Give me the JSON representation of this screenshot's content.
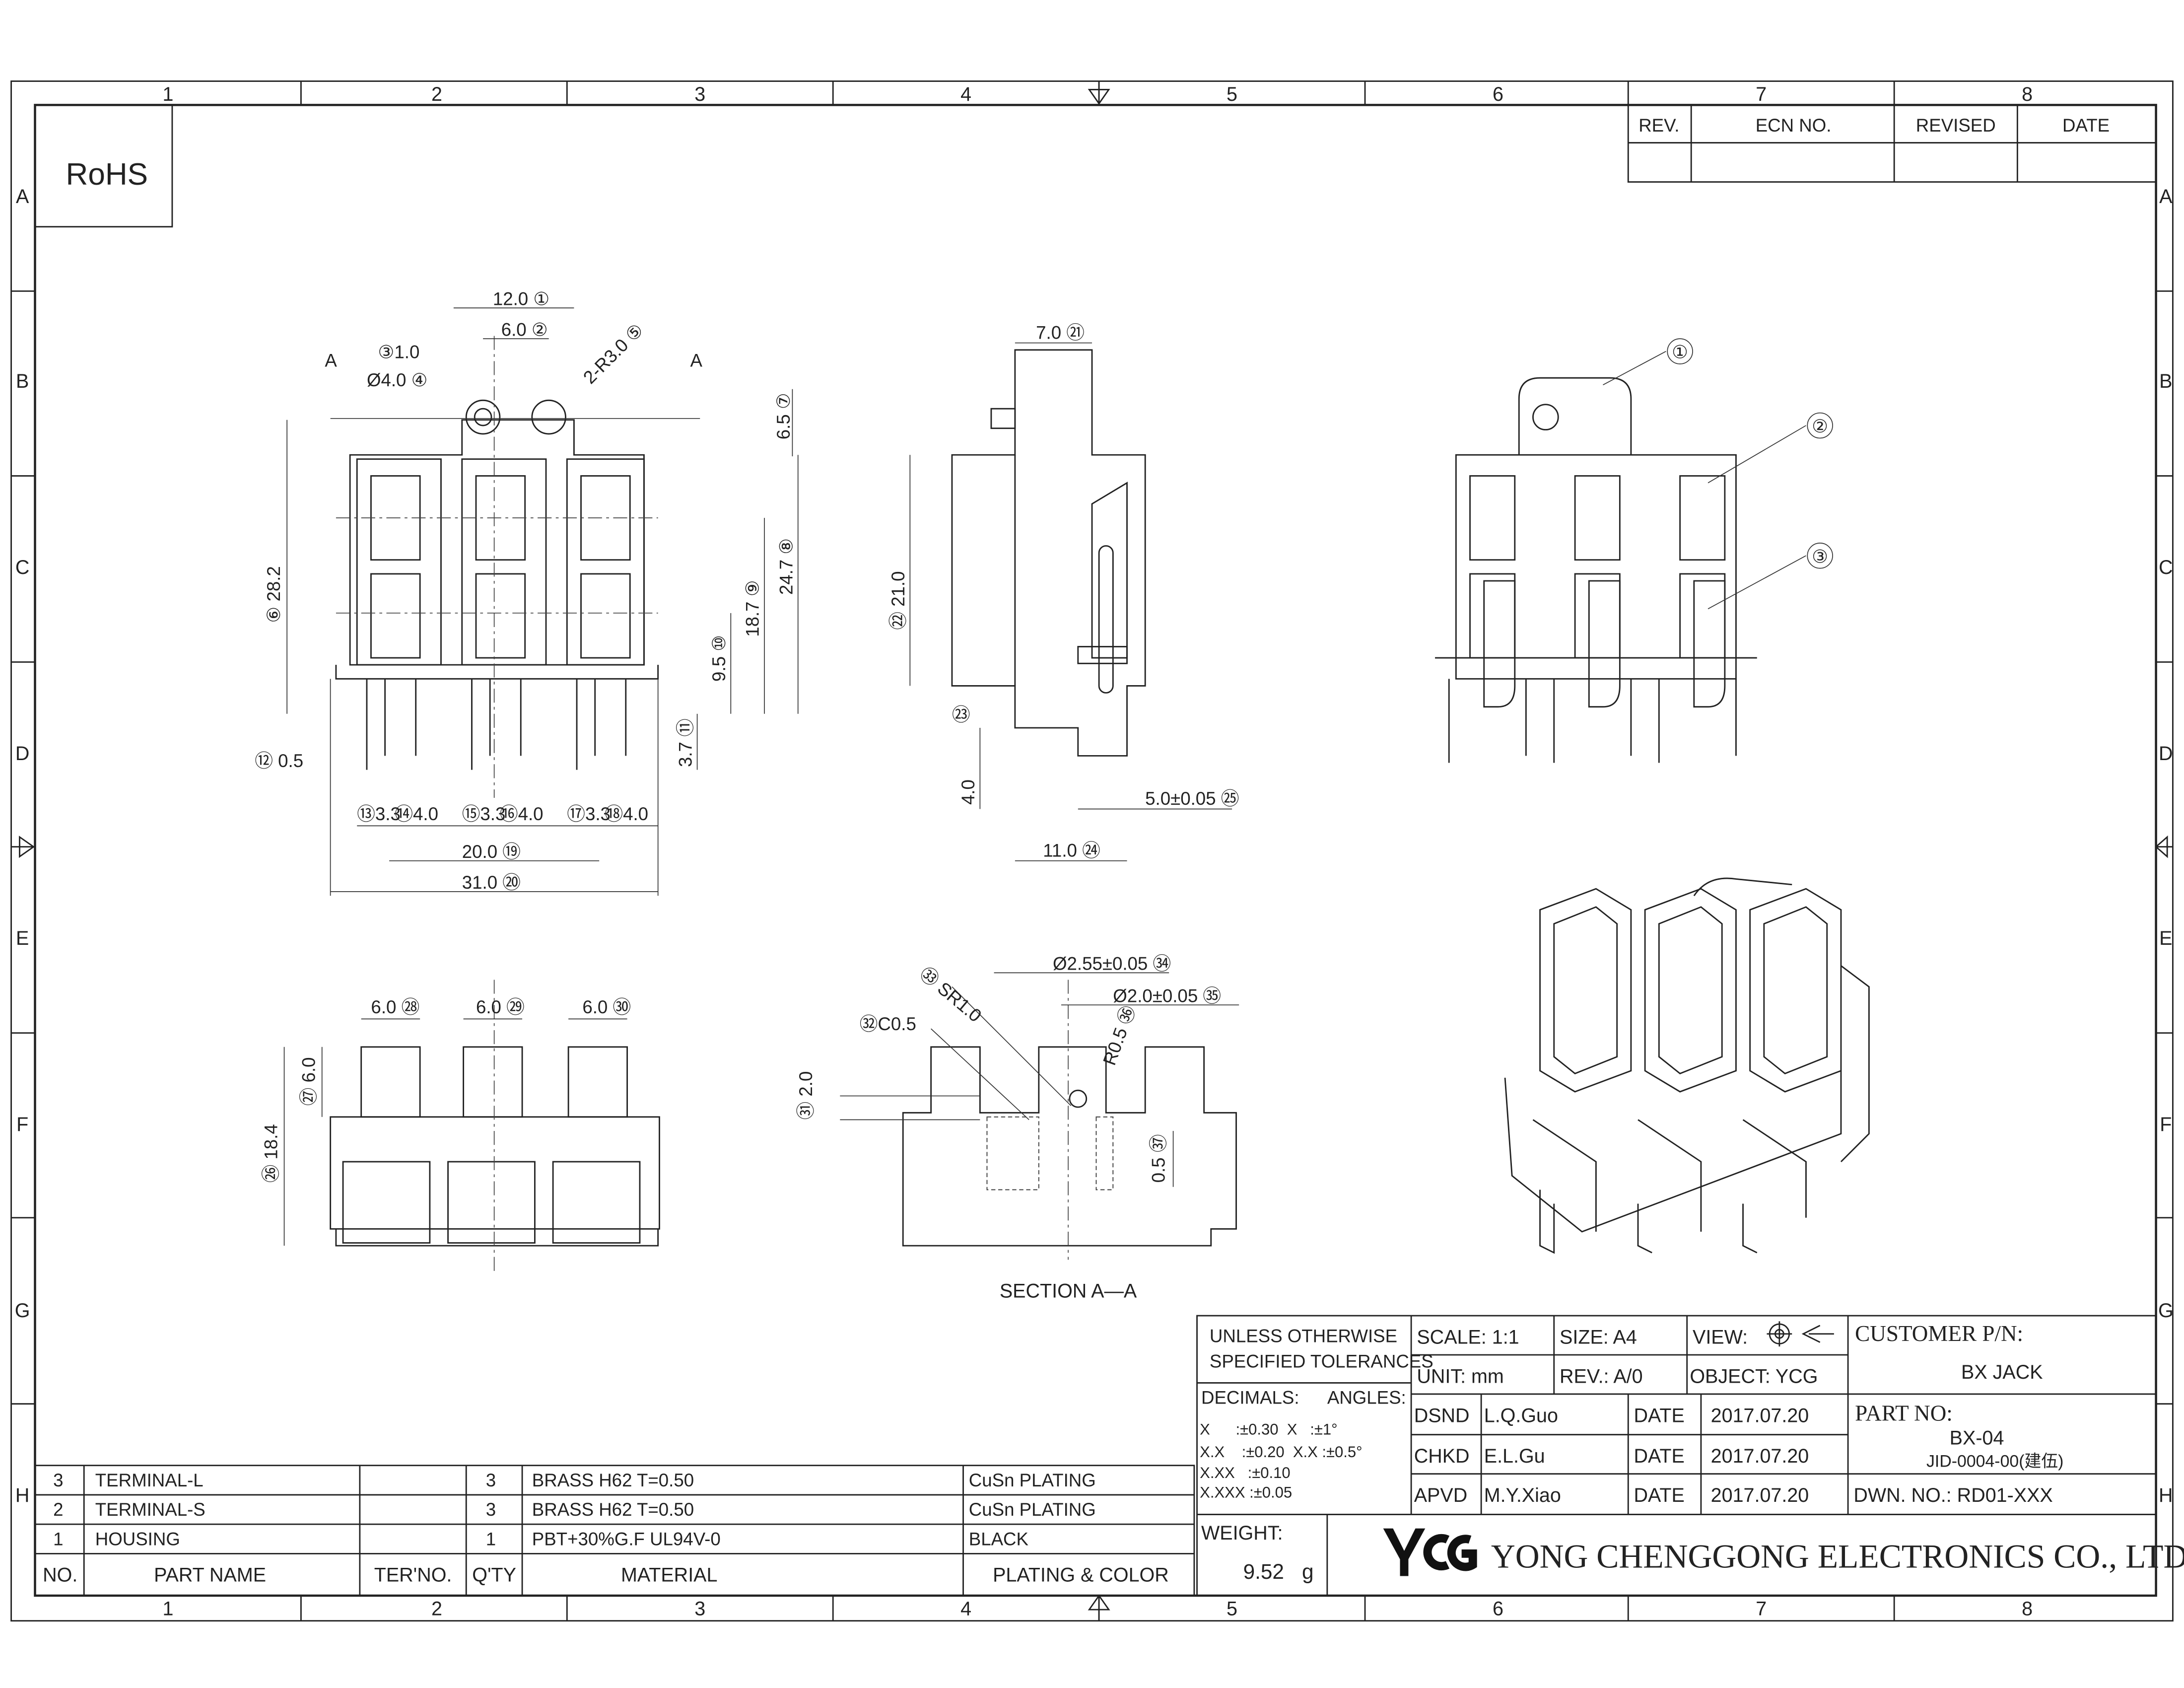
{
  "frame": {
    "columns": [
      "1",
      "2",
      "3",
      "4",
      "5",
      "6",
      "7",
      "8"
    ],
    "rows": [
      "A",
      "B",
      "C",
      "D",
      "E",
      "F",
      "G",
      "H"
    ]
  },
  "rohs": "RoHS",
  "revision_table": {
    "headers": [
      "REV.",
      "ECN NO.",
      "REVISED",
      "DATE"
    ]
  },
  "dims": {
    "d01": "12.0 ①",
    "d02": "6.0 ②",
    "d03": "③1.0",
    "d04": "Ø4.0 ④",
    "d05": "2-R3.0 ⑤",
    "secA": "A",
    "d07": "6.5 ⑦",
    "d06": "⑥ 28.2",
    "d08": "24.7 ⑧",
    "d09": "18.7 ⑨",
    "d10": "9.5 ⑩",
    "d11": "3.7 ⑪",
    "d12": "⑫ 0.5",
    "d13": "⑬3.3",
    "d14": "⑭4.0",
    "d15": "⑮3.3",
    "d16": "⑯4.0",
    "d17": "⑰3.3",
    "d18": "⑱4.0",
    "d19": "20.0 ⑲",
    "d20": "31.0 ⑳",
    "d21": "7.0 ㉑",
    "d22": "㉒ 21.0",
    "d23": "㉓",
    "d23v": "4.0",
    "d25": "5.0±0.05 ㉕",
    "d24": "11.0 ㉔",
    "d28": "6.0 ㉘",
    "d29": "6.0 ㉙",
    "d30": "6.0 ㉚",
    "d27": "㉗ 6.0",
    "d26": "㉖ 18.4",
    "d33": "㉝ SR1.0",
    "d32": "㉜C0.5",
    "d34": "Ø2.55±0.05 ㉞",
    "d35": "Ø2.0±0.05 ㉟",
    "d36": "R0.5 ㊱",
    "d31": "㉛ 2.0",
    "d37": "0.5 ㊲",
    "section_label": "SECTION A—A",
    "balloon1": "①",
    "balloon2": "②",
    "balloon3": "③"
  },
  "title_block": {
    "tolerance_title_1": "UNLESS OTHERWISE",
    "tolerance_title_2": "SPECIFIED TOLERANCES",
    "decimals_label": "DECIMALS:",
    "angles_label": "ANGLES:",
    "tol_rows": [
      "X      :±0.30  X   :±1°",
      "X.X    :±0.20  X.X :±0.5°",
      "X.XX   :±0.10",
      "X.XXX :±0.05"
    ],
    "scale": "SCALE:  1:1",
    "size": "SIZE:  A4",
    "view": "VIEW:",
    "unit": "UNIT:  mm",
    "rev": "REV.:  A/0",
    "object": "OBJECT:  YCG",
    "customer_pn_label": "CUSTOMER  P/N:",
    "customer_pn": "BX JACK",
    "part_no_label": "PART  NO:",
    "part_no": "BX-04",
    "part_no_sub": "JID-0004-00(建伍)",
    "dwn_no": "DWN. NO.:  RD01-XXX",
    "signoffs": [
      {
        "role": "DSND",
        "name": "L.Q.Guo",
        "date_label": "DATE",
        "date": "2017.07.20"
      },
      {
        "role": "CHKD",
        "name": "E.L.Gu",
        "date_label": "DATE",
        "date": "2017.07.20"
      },
      {
        "role": "APVD",
        "name": "M.Y.Xiao",
        "date_label": "DATE",
        "date": "2017.07.20"
      }
    ],
    "weight_label": "WEIGHT:",
    "weight_value": "9.52",
    "weight_unit": "g",
    "logo": "YCG",
    "company": "YONG  CHENGGONG  ELECTRONICS  CO., LTD."
  },
  "bom": {
    "headers": [
      "NO.",
      "PART NAME",
      "TER'NO.",
      "Q'TY",
      "MATERIAL",
      "PLATING & COLOR"
    ],
    "rows": [
      {
        "no": "3",
        "name": "TERMINAL-L",
        "ter": "",
        "qty": "3",
        "material": "BRASS  H62  T=0.50",
        "plating": "CuSn  PLATING"
      },
      {
        "no": "2",
        "name": "TERMINAL-S",
        "ter": "",
        "qty": "3",
        "material": "BRASS  H62  T=0.50",
        "plating": "CuSn  PLATING"
      },
      {
        "no": "1",
        "name": "HOUSING",
        "ter": "",
        "qty": "1",
        "material": "PBT+30%G.F  UL94V-0",
        "plating": "BLACK"
      }
    ]
  }
}
